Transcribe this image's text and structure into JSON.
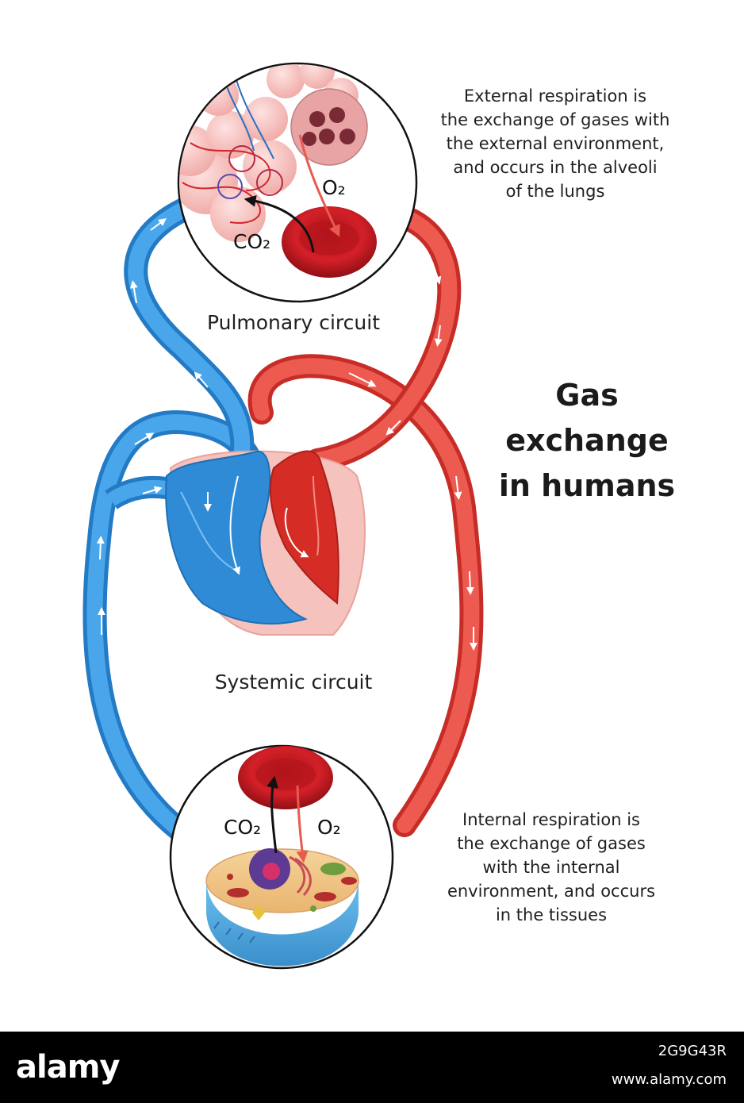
{
  "diagram": {
    "title_lines": [
      "Gas",
      "exchange",
      "in humans"
    ],
    "pulmonary_label": "Pulmonary circuit",
    "systemic_label": "Systemic circuit",
    "external_text_lines": [
      "External respiration is",
      "the exchange of gases with",
      "the external environment,",
      "and occurs in the alveoli",
      "of the lungs"
    ],
    "internal_text_lines": [
      "Internal respiration is",
      "the exchange of gases",
      "with the internal",
      "environment, and occurs",
      "in the tissues"
    ],
    "lung_gases": {
      "o2": "O₂",
      "co2": "CO₂"
    },
    "tissue_gases": {
      "o2": "O₂",
      "co2": "CO₂"
    },
    "colors": {
      "deoxygenated": "#3b95de",
      "oxygenated": "#e2413a",
      "heart_muscle": "#f5c2bd",
      "blood_cell": "#c8181f"
    }
  },
  "footer": {
    "logo": "alamy",
    "image_id": "2G9G43R",
    "site": "www.alamy.com"
  }
}
